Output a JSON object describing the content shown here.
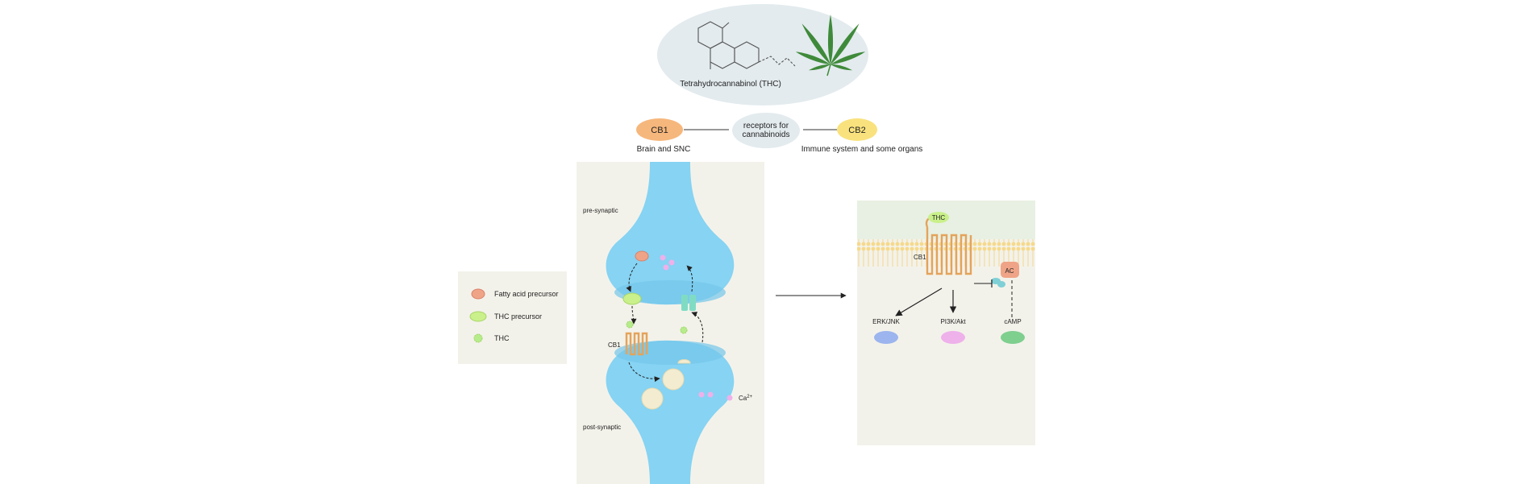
{
  "molecule": {
    "name": "Tetrahydrocannabinol (THC)",
    "icon": "cannabis-leaf-icon"
  },
  "receptors": {
    "center_label": [
      "receptors for",
      "cannabinoids"
    ],
    "cb1": {
      "label": "CB1",
      "location": "Brain and SNC",
      "color": "#f6b77c"
    },
    "cb2": {
      "label": "CB2",
      "location": "Immune system and some organs",
      "color": "#f9e27d"
    }
  },
  "legend": {
    "items": [
      {
        "label": "Fatty acid precursor",
        "color": "#f0a487"
      },
      {
        "label": "THC precursor",
        "color": "#c9f08a"
      },
      {
        "label": "THC",
        "color": "#b6ec8a"
      }
    ]
  },
  "synapse": {
    "pre_label": "pre-synaptic",
    "post_label": "post-synaptic",
    "cb1_label": "CB1",
    "calcium_label": "Ca",
    "calcium_sup": "2+",
    "neuron_color": "#86d3f3"
  },
  "signaling": {
    "ligand": "THC",
    "receptor": "CB1",
    "enzyme": "AC",
    "targets": [
      {
        "label": "ERK/JNK",
        "color": "#9cb5ee"
      },
      {
        "label": "PI3K/Akt",
        "color": "#eeb1ea"
      },
      {
        "label": "cAMP",
        "color": "#7fcf8f"
      }
    ]
  }
}
